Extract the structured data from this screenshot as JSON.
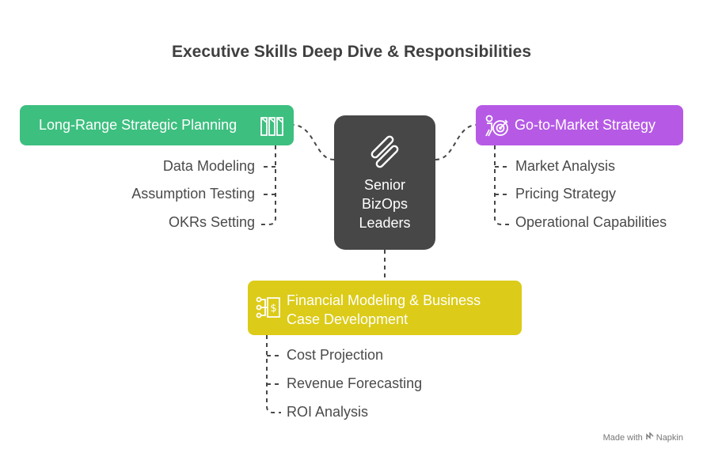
{
  "title": "Executive Skills Deep Dive & Responsibilities",
  "center": {
    "line1": "Senior",
    "line2": "BizOps",
    "line3": "Leaders",
    "icon": "link-chain-icon",
    "color": "#474747"
  },
  "branches": {
    "left": {
      "label": "Long-Range Strategic Planning",
      "icon": "columns-icon",
      "color": "#3dbf7f",
      "items": [
        "Data Modeling",
        "Assumption Testing",
        "OKRs Setting"
      ]
    },
    "right": {
      "label": "Go-to-Market Strategy",
      "icon": "target-person-icon",
      "color": "#b65ae6",
      "items": [
        "Market Analysis",
        "Pricing Strategy",
        "Operational Capabilities"
      ]
    },
    "bottom": {
      "label": "Financial Modeling & Business Case Development",
      "icon": "money-flow-icon",
      "color": "#dccb18",
      "items": [
        "Cost Projection",
        "Revenue Forecasting",
        "ROI Analysis"
      ]
    }
  },
  "credit": {
    "prefix": "Made with",
    "brand": "Napkin"
  }
}
